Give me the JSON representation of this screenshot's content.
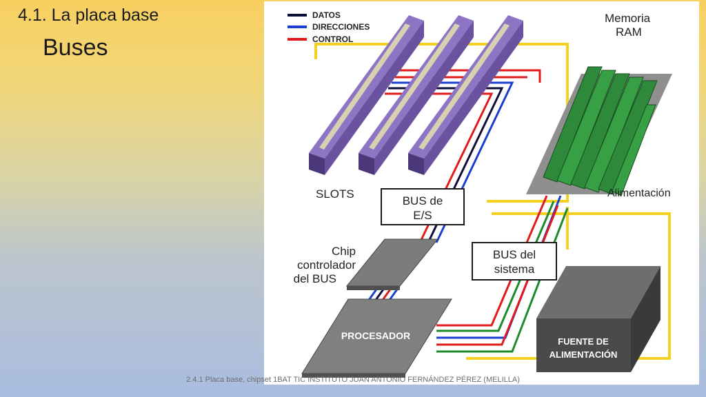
{
  "slide": {
    "title": "4.1. La placa base",
    "subtitle": "Buses",
    "footer": "2.4.1 Placa base, chipset 1BAT TIC INSTITUTO JUAN ANTONIO FERNÁNDEZ PÉREZ (MELILLA)"
  },
  "diagram": {
    "legend": [
      {
        "label": "DATOS",
        "color": "#0d0d3a"
      },
      {
        "label": "DIRECCIONES",
        "color": "#1a3fd0"
      },
      {
        "label": "CONTROL",
        "color": "#e01a1a"
      }
    ],
    "labels": {
      "ram_line1": "Memoria",
      "ram_line2": "RAM",
      "slots": "SLOTS",
      "alimentacion": "Alimentación",
      "bus_es_line1": "BUS de",
      "bus_es_line2": "E/S",
      "chip_line1": "Chip",
      "chip_line2": "controlador",
      "chip_line3": "del BUS",
      "bus_sistema_line1": "BUS del",
      "bus_sistema_line2": "sistema",
      "procesador": "PROCESADOR",
      "fuente_line1": "FUENTE DE",
      "fuente_line2": "ALIMENTACIÓN"
    },
    "colors": {
      "power": "#f4d020",
      "bus_green": "#1c8a2a",
      "slot": "#7a5fb0",
      "chip": "#7c7c7c",
      "ram": "#2e8a3a"
    }
  }
}
